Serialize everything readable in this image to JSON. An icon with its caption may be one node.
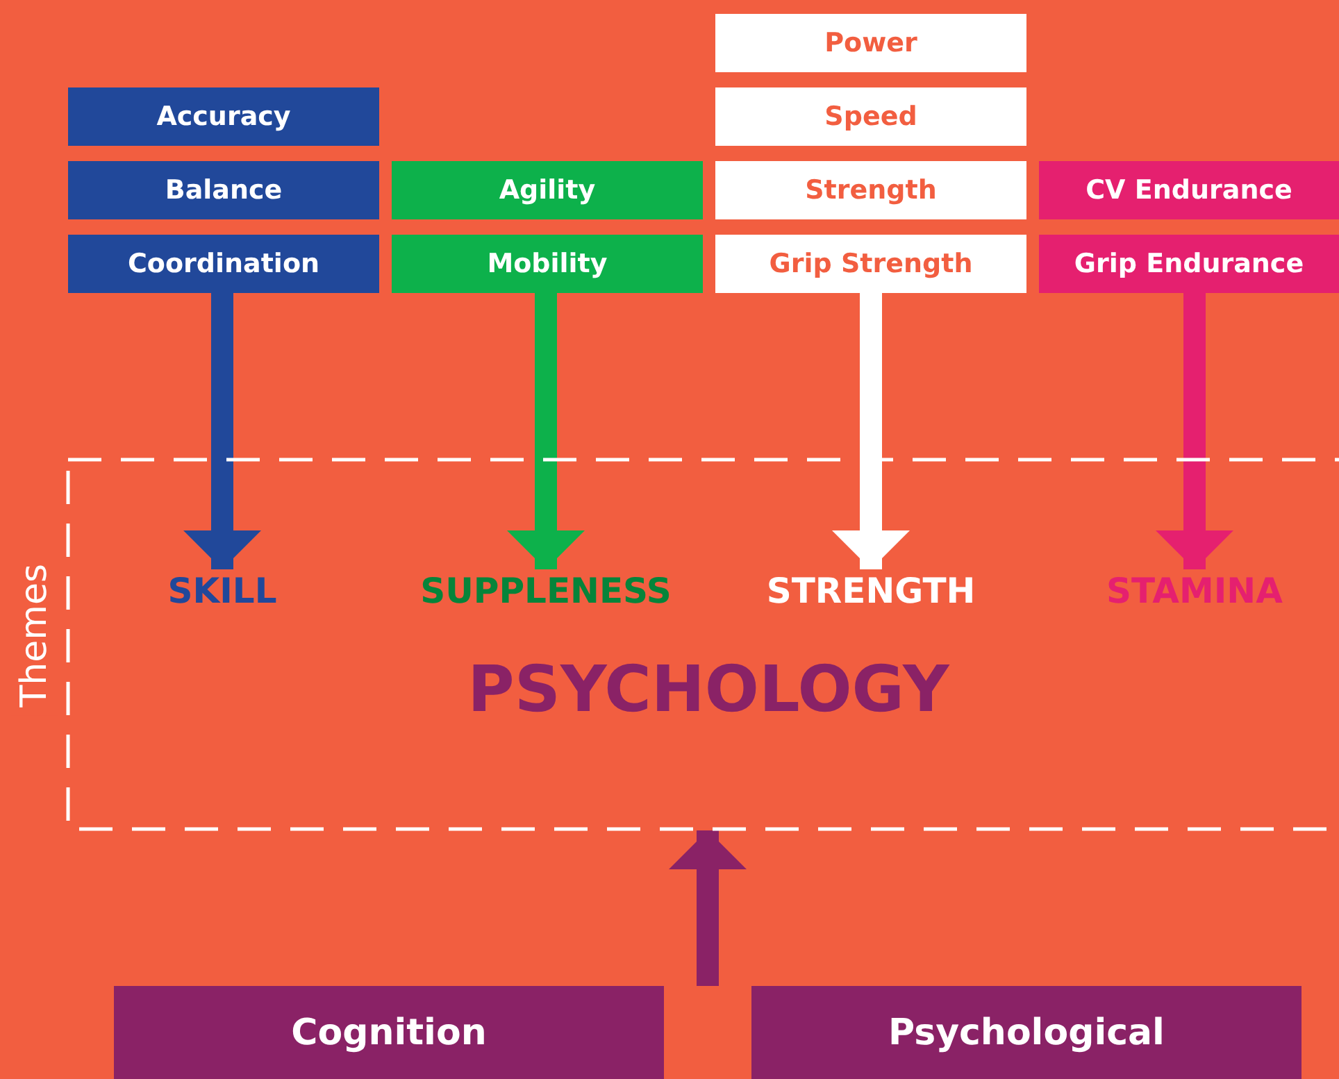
{
  "diagram": {
    "nodes": [
      {
        "text": [
          "Power"
        ]
      },
      {
        "text": [
          "Accuracy"
        ]
      },
      {
        "text": [
          "Speed"
        ]
      },
      {
        "text": [
          "Balance"
        ]
      },
      {
        "text": [
          "Agility"
        ]
      },
      {
        "text": [
          "Strength"
        ]
      },
      {
        "text": [
          "CV Endurance"
        ]
      },
      {
        "text": [
          "Coordination"
        ]
      },
      {
        "text": [
          "Mobility"
        ]
      },
      {
        "text": [
          "Grip Strength"
        ]
      },
      {
        "text": [
          "Grip Endurance"
        ]
      },
      {
        "text": [
          "Themes"
        ]
      },
      {
        "text": [
          "SKILL"
        ],
        "in": 11
      },
      {
        "text": [
          "SUPPLENESS"
        ],
        "in": 11
      },
      {
        "text": [
          "STRENGTH"
        ],
        "in": 11
      },
      {
        "text": [
          "STAMINA"
        ],
        "in": 11
      },
      {
        "text": [
          "PSYCHOLOGY"
        ],
        "in": 11
      },
      {
        "text": [
          "Cognition"
        ]
      },
      {
        "text": [
          "Psychological"
        ]
      }
    ],
    "edges": [
      {
        "from": 7,
        "to": 12,
        "arrow": "to",
        "color": "#21489a"
      },
      {
        "from": 8,
        "to": 13,
        "arrow": "to",
        "color": "#0db14b"
      },
      {
        "from": 9,
        "to": 14,
        "arrow": "to",
        "color": "#ffffff"
      },
      {
        "from": 10,
        "to": 15,
        "arrow": "to",
        "color": "#e5206f"
      },
      {
        "from": 17,
        "to": 11,
        "arrow": "to",
        "color": "#8a2266"
      },
      {
        "from": 18,
        "to": 11,
        "arrow": "to",
        "color": "#8a2266"
      }
    ]
  }
}
